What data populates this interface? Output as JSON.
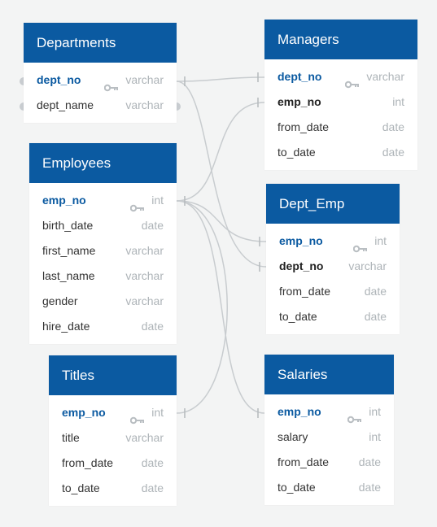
{
  "tables": {
    "departments": {
      "title": "Departments",
      "fields": [
        {
          "name": "dept_no",
          "type": "varchar",
          "key": "pk"
        },
        {
          "name": "dept_name",
          "type": "varchar",
          "key": ""
        }
      ]
    },
    "managers": {
      "title": "Managers",
      "fields": [
        {
          "name": "dept_no",
          "type": "varchar",
          "key": "pk"
        },
        {
          "name": "emp_no",
          "type": "int",
          "key": "fk"
        },
        {
          "name": "from_date",
          "type": "date",
          "key": ""
        },
        {
          "name": "to_date",
          "type": "date",
          "key": ""
        }
      ]
    },
    "employees": {
      "title": "Employees",
      "fields": [
        {
          "name": "emp_no",
          "type": "int",
          "key": "pk"
        },
        {
          "name": "birth_date",
          "type": "date",
          "key": ""
        },
        {
          "name": "first_name",
          "type": "varchar",
          "key": ""
        },
        {
          "name": "last_name",
          "type": "varchar",
          "key": ""
        },
        {
          "name": "gender",
          "type": "varchar",
          "key": ""
        },
        {
          "name": "hire_date",
          "type": "date",
          "key": ""
        }
      ]
    },
    "dept_emp": {
      "title": "Dept_Emp",
      "fields": [
        {
          "name": "emp_no",
          "type": "int",
          "key": "pk"
        },
        {
          "name": "dept_no",
          "type": "varchar",
          "key": "fk"
        },
        {
          "name": "from_date",
          "type": "date",
          "key": ""
        },
        {
          "name": "to_date",
          "type": "date",
          "key": ""
        }
      ]
    },
    "titles": {
      "title": "Titles",
      "fields": [
        {
          "name": "emp_no",
          "type": "int",
          "key": "pk"
        },
        {
          "name": "title",
          "type": "varchar",
          "key": ""
        },
        {
          "name": "from_date",
          "type": "date",
          "key": ""
        },
        {
          "name": "to_date",
          "type": "date",
          "key": ""
        }
      ]
    },
    "salaries": {
      "title": "Salaries",
      "fields": [
        {
          "name": "emp_no",
          "type": "int",
          "key": "pk"
        },
        {
          "name": "salary",
          "type": "int",
          "key": ""
        },
        {
          "name": "from_date",
          "type": "date",
          "key": ""
        },
        {
          "name": "to_date",
          "type": "date",
          "key": ""
        }
      ]
    }
  },
  "colors": {
    "header": "#0b5aa1",
    "background": "#f3f4f4",
    "line": "#c8cccf",
    "type_text": "#aeb4b8"
  }
}
